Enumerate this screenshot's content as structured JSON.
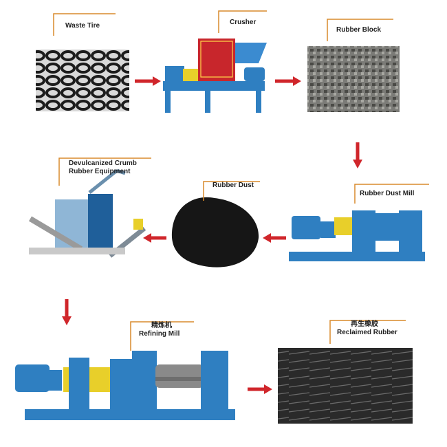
{
  "steps": {
    "waste_tire": {
      "label": "Waste Tire"
    },
    "crusher": {
      "label": "Crusher"
    },
    "rubber_block": {
      "label": "Rubber Block"
    },
    "rubber_dust_mill": {
      "label": "Rubber Dust Mill"
    },
    "rubber_dust": {
      "label": "Rubber Dust"
    },
    "devulcanized": {
      "label_line1": "Devulcanized Crumb",
      "label_line2": "Rubber Equipment"
    },
    "refining_mill": {
      "label_cn": "精炼机",
      "label": "Refining Mill"
    },
    "reclaimed_rubber": {
      "label_cn": "再生橡胶",
      "label": "Reclaimed Rubber"
    }
  },
  "colors": {
    "arrow": "#d0262b",
    "leader": "#d98a2b",
    "machine_blue": "#2f7fc1",
    "machine_yellow": "#e8cf2a",
    "crusher_red": "#c8262c"
  }
}
